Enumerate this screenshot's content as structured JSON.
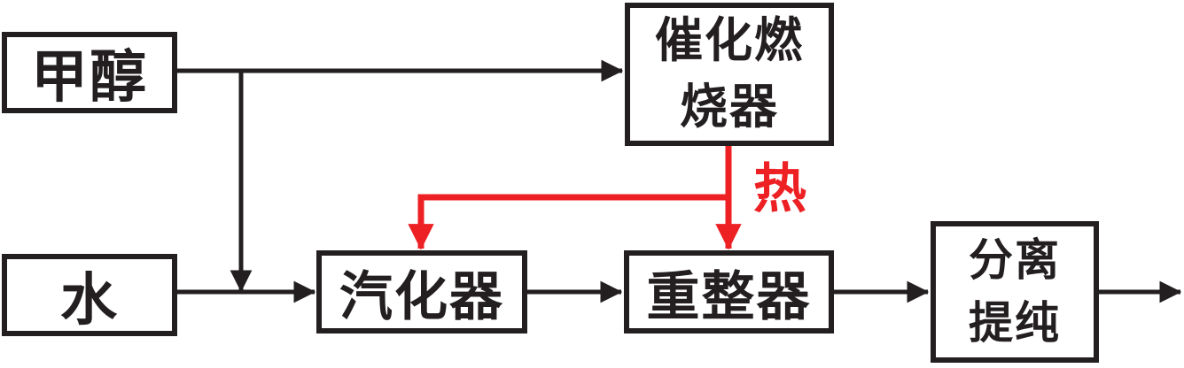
{
  "diagram": {
    "background": "#ffffff",
    "ink_color": "#231f20",
    "heat_color": "#ed2024",
    "nodes": {
      "methanol": {
        "label": "甲醇"
      },
      "water": {
        "label": "水"
      },
      "combustor": {
        "label": "催化燃\n烧器"
      },
      "vaporizer": {
        "label": "汽化器"
      },
      "reformer": {
        "label": "重整器"
      },
      "separator": {
        "label": "分离\n提纯"
      }
    },
    "annotations": {
      "heat": {
        "label": "热"
      }
    },
    "edges": [
      {
        "from": "methanol",
        "to": "combustor",
        "type": "flow"
      },
      {
        "from": "methanol",
        "to": "water-feed-junction",
        "type": "flow"
      },
      {
        "from": "water",
        "to": "vaporizer",
        "type": "flow"
      },
      {
        "from": "vaporizer",
        "to": "reformer",
        "type": "flow"
      },
      {
        "from": "reformer",
        "to": "separator",
        "type": "flow"
      },
      {
        "from": "separator",
        "to": "outlet-right",
        "type": "flow"
      },
      {
        "from": "combustor",
        "to": "reformer",
        "type": "heat"
      },
      {
        "from": "combustor",
        "to": "vaporizer",
        "type": "heat"
      }
    ]
  }
}
